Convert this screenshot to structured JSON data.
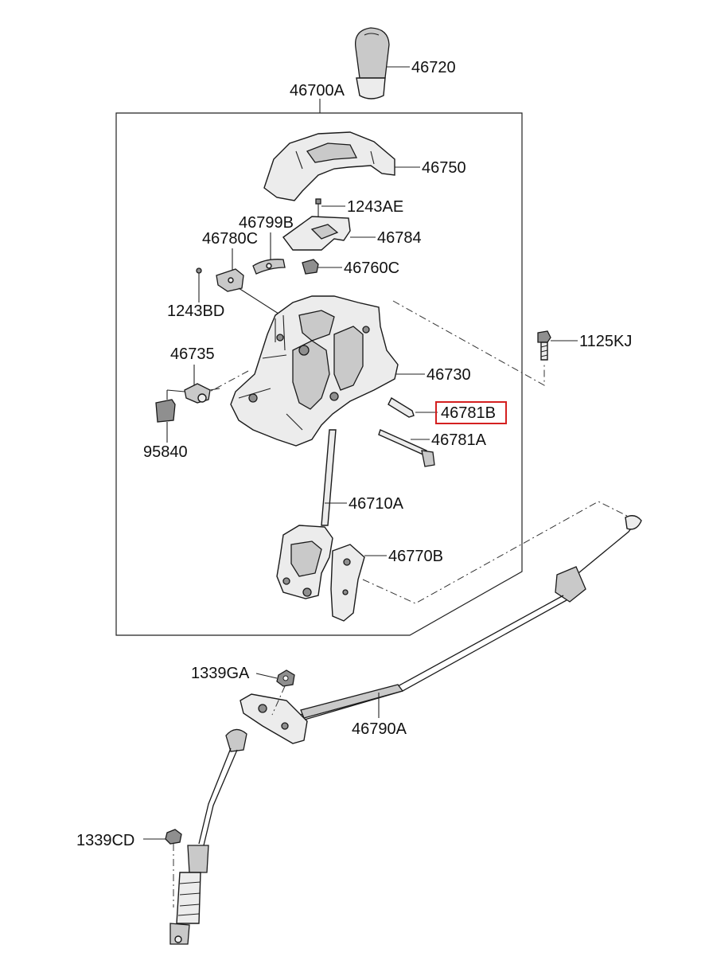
{
  "parts": {
    "p46720": "46720",
    "p46700A": "46700A",
    "p46750": "46750",
    "p1243AE": "1243AE",
    "p46799B": "46799B",
    "p46780C": "46780C",
    "p46784": "46784",
    "p46760C": "46760C",
    "p1243BD": "1243BD",
    "p1125KJ": "1125KJ",
    "p46735": "46735",
    "p46730": "46730",
    "p46781B": "46781B",
    "p46781A": "46781A",
    "p95840": "95840",
    "p46710A": "46710A",
    "p46770B": "46770B",
    "p1339GA": "1339GA",
    "p46790A": "46790A",
    "p1339CD": "1339CD"
  },
  "highlighted_part": "46781B",
  "colors": {
    "highlight": "#d42020",
    "line": "#1a1a1a"
  }
}
